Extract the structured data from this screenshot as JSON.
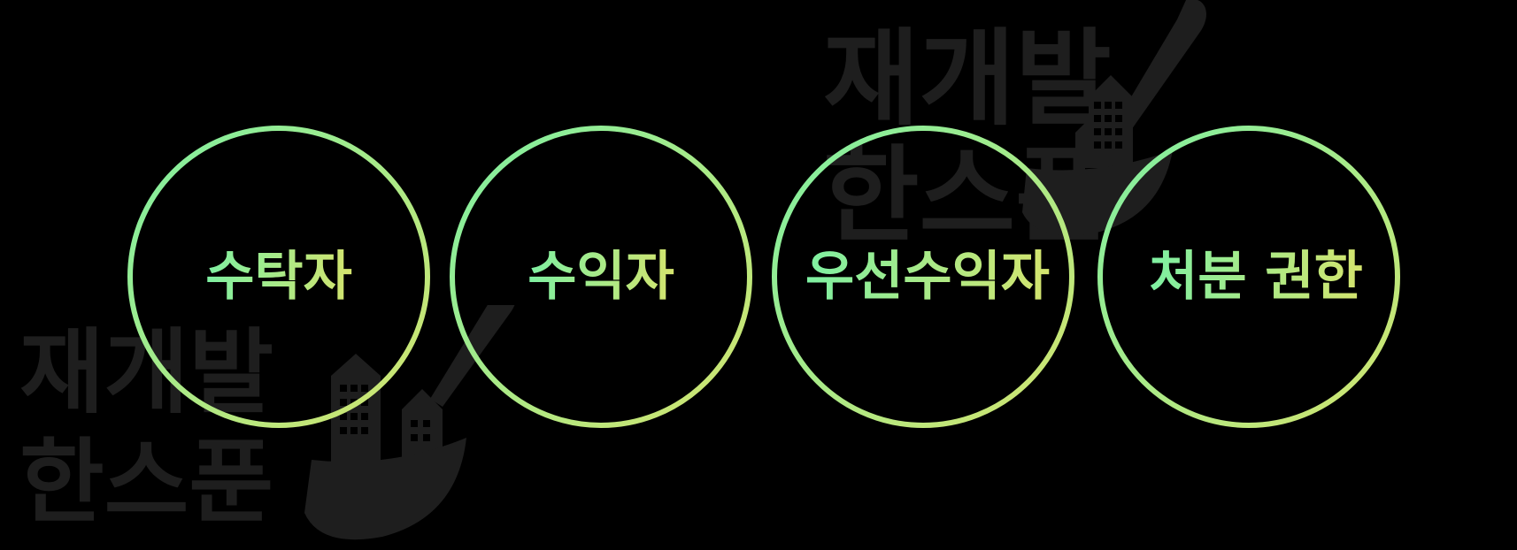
{
  "watermark": {
    "line1": "재개발",
    "line2": "한스푼",
    "icon": "spoon-with-buildings-icon"
  },
  "circles": [
    {
      "label": "수탁자"
    },
    {
      "label": "수익자"
    },
    {
      "label": "우선수익자"
    },
    {
      "label": "처분 권한"
    }
  ],
  "colors": {
    "background": "#000000",
    "gradient_start": "#7ef0a2",
    "gradient_end": "#d4e46e",
    "watermark": "#1e1e1e"
  }
}
